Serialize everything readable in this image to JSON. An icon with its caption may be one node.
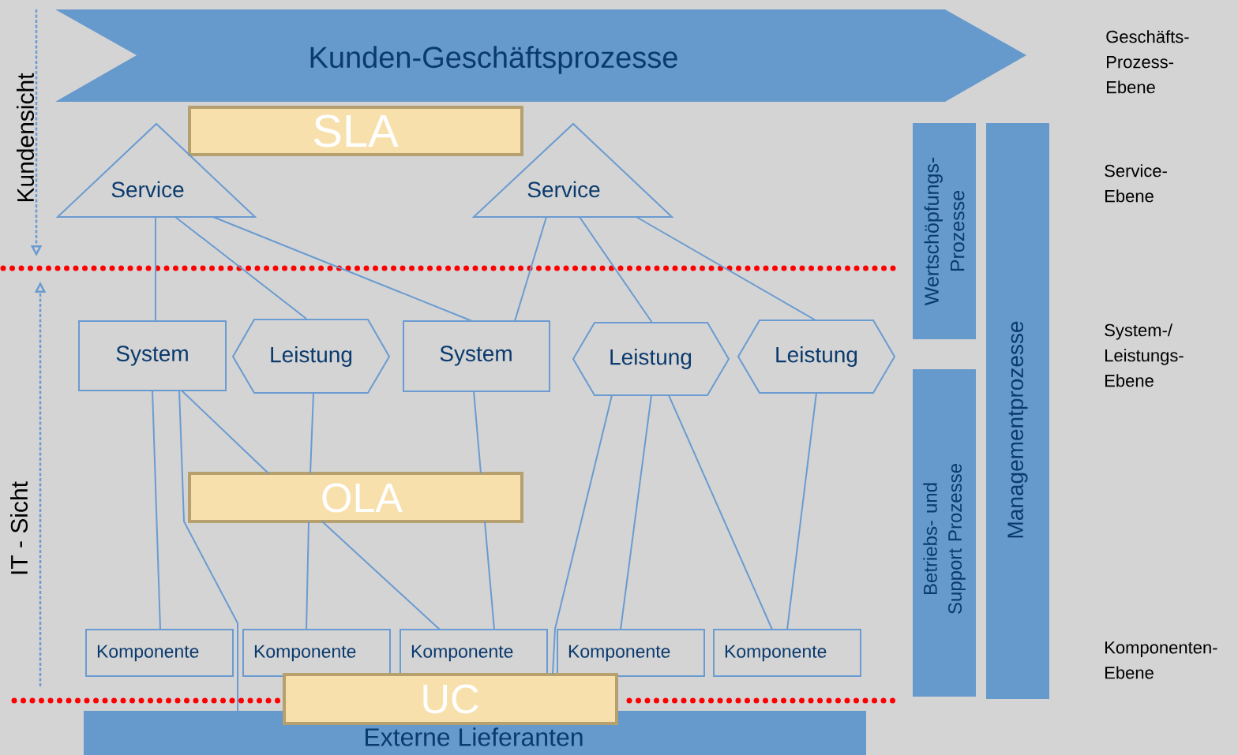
{
  "diagram": {
    "nodes": [
      {
        "text": [
          "Kunden-Geschäftsprozesse"
        ]
      },
      {
        "text": [
          "SLA"
        ]
      },
      {
        "text": [
          "Service"
        ]
      },
      {
        "text": [
          "Service"
        ]
      },
      {
        "text": [
          "System"
        ]
      },
      {
        "text": [
          "Leistung"
        ]
      },
      {
        "text": [
          "System"
        ]
      },
      {
        "text": [
          "Leistung"
        ]
      },
      {
        "text": [
          "Leistung"
        ]
      },
      {
        "text": [
          "Wertschöpfungs- Prozesse"
        ]
      },
      {
        "text": [
          "Managementprozesse"
        ]
      },
      {
        "text": [
          "Betriebs- und Support Prozesse"
        ]
      },
      {
        "text": [
          "OLA"
        ]
      },
      {
        "text": [
          "Komponente"
        ]
      },
      {
        "text": [
          "Komponente"
        ]
      },
      {
        "text": [
          "Komponente"
        ]
      },
      {
        "text": [
          "Komponente"
        ]
      },
      {
        "text": [
          "Komponente"
        ]
      },
      {
        "text": [
          "UC"
        ]
      },
      {
        "text": [
          "Externe Lieferanten"
        ]
      }
    ],
    "edges": [
      {
        "from": 2,
        "to": 4,
        "arrow": "none"
      },
      {
        "from": 2,
        "to": 5,
        "arrow": "none"
      },
      {
        "from": 2,
        "to": 6,
        "arrow": "none"
      },
      {
        "from": 3,
        "to": 6,
        "arrow": "none"
      },
      {
        "from": 3,
        "to": 7,
        "arrow": "none"
      },
      {
        "from": 3,
        "to": 8,
        "arrow": "none"
      },
      {
        "from": 4,
        "to": 13,
        "arrow": "none"
      },
      {
        "from": 4,
        "to": 19,
        "arrow": "none"
      },
      {
        "from": 4,
        "to": 12,
        "arrow": "none"
      },
      {
        "from": 12,
        "to": 15,
        "arrow": "none"
      },
      {
        "from": 5,
        "to": 12,
        "arrow": "none"
      },
      {
        "from": 12,
        "to": 14,
        "arrow": "none"
      },
      {
        "from": 6,
        "to": 12,
        "arrow": "none"
      },
      {
        "from": 12,
        "to": 15,
        "arrow": "none"
      },
      {
        "from": 7,
        "to": 18,
        "arrow": "none"
      },
      {
        "from": 7,
        "to": 16,
        "arrow": "none"
      },
      {
        "from": 7,
        "to": 17,
        "arrow": "none"
      },
      {
        "from": 8,
        "to": 17,
        "arrow": "none"
      }
    ],
    "labels": [
      "Kundensicht",
      "Geschäfts- Prozess- Ebene",
      "Service- Ebene",
      "System-/ Leistungs- Ebene",
      "IT - Sicht",
      "Komponenten- Ebene"
    ]
  }
}
